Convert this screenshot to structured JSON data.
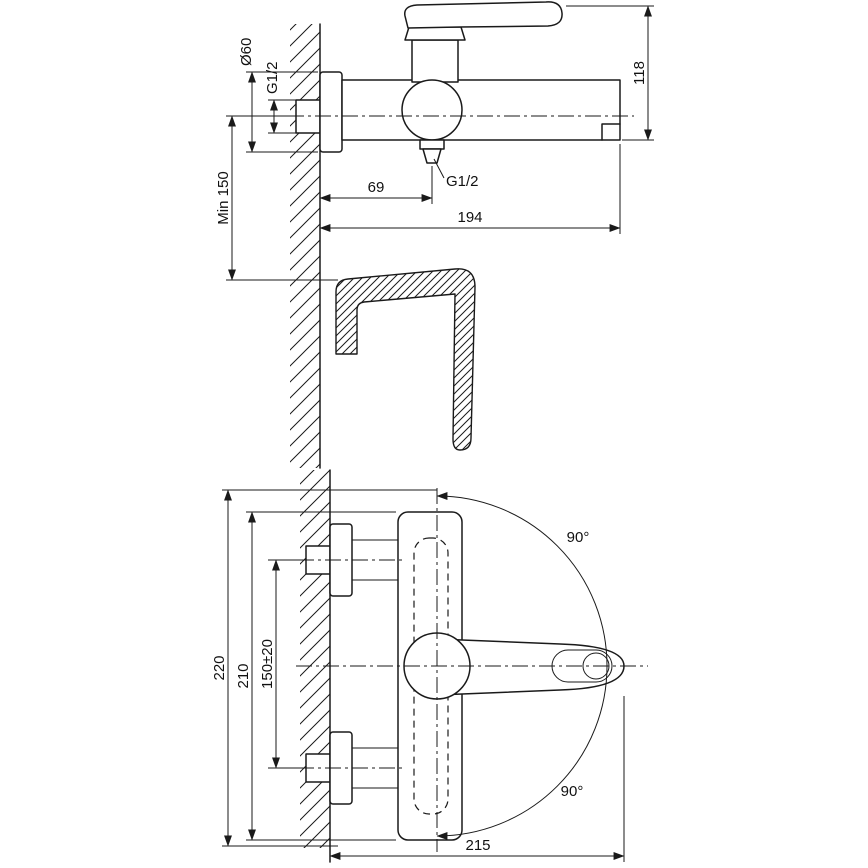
{
  "drawing": {
    "side": {
      "dia": "Ø60",
      "thread_wall": "G1/2",
      "min_height": "Min 150",
      "depth_center": "69",
      "thread_outlet": "G1/2",
      "depth_total": "194",
      "height_body": "118"
    },
    "plan": {
      "height_total": "220",
      "height_body": "210",
      "pipe_distance": "150±20",
      "swing_top": "90°",
      "swing_bottom": "90°",
      "width_total": "215"
    },
    "colors": {
      "line": "#1a1a1a",
      "background": "#ffffff"
    }
  }
}
